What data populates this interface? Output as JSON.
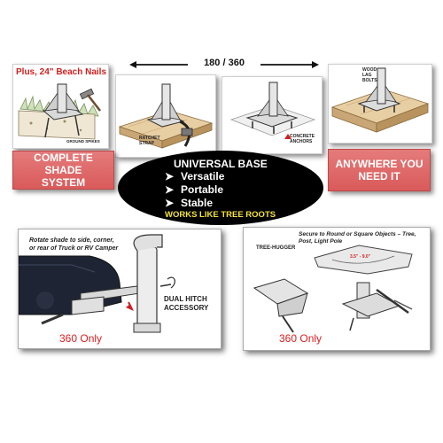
{
  "top": {
    "beach_nails": "Plus, 24\" Beach Nails",
    "ground_spikes": "GROUND SPIKES",
    "rotation": "180 / 360",
    "ratchet_strap": "RATCHET STRAP",
    "concrete_anchors": "CONCRETE ANCHORS",
    "wood_lag_bolts": "WOOD LAG BOLTS"
  },
  "middle": {
    "left_box": "COMPLETE SHADE SYSTEM",
    "right_box": "ANYWHERE YOU NEED IT",
    "oval_title": "UNIVERSAL BASE",
    "features": [
      "Versatile",
      "Portable",
      "Stable"
    ],
    "tagline": "WORKS LIKE TREE ROOTS"
  },
  "bottom_left": {
    "caption": "Rotate shade to side, corner, or rear of Truck or RV Camper",
    "accessory": "DUAL HITCH ACCESSORY",
    "note": "360 Only"
  },
  "bottom_right": {
    "caption": "Secure to Round or Square Objects – Tree, Post, Light Pole",
    "tree_hugger": "TREE-HUGGER",
    "dims": "3.5\" - 9.0\"",
    "note": "360 Only"
  },
  "colors": {
    "accent_red": "#d95a5a",
    "note_red": "#d62020",
    "tagline_yellow": "#f3e23a"
  }
}
